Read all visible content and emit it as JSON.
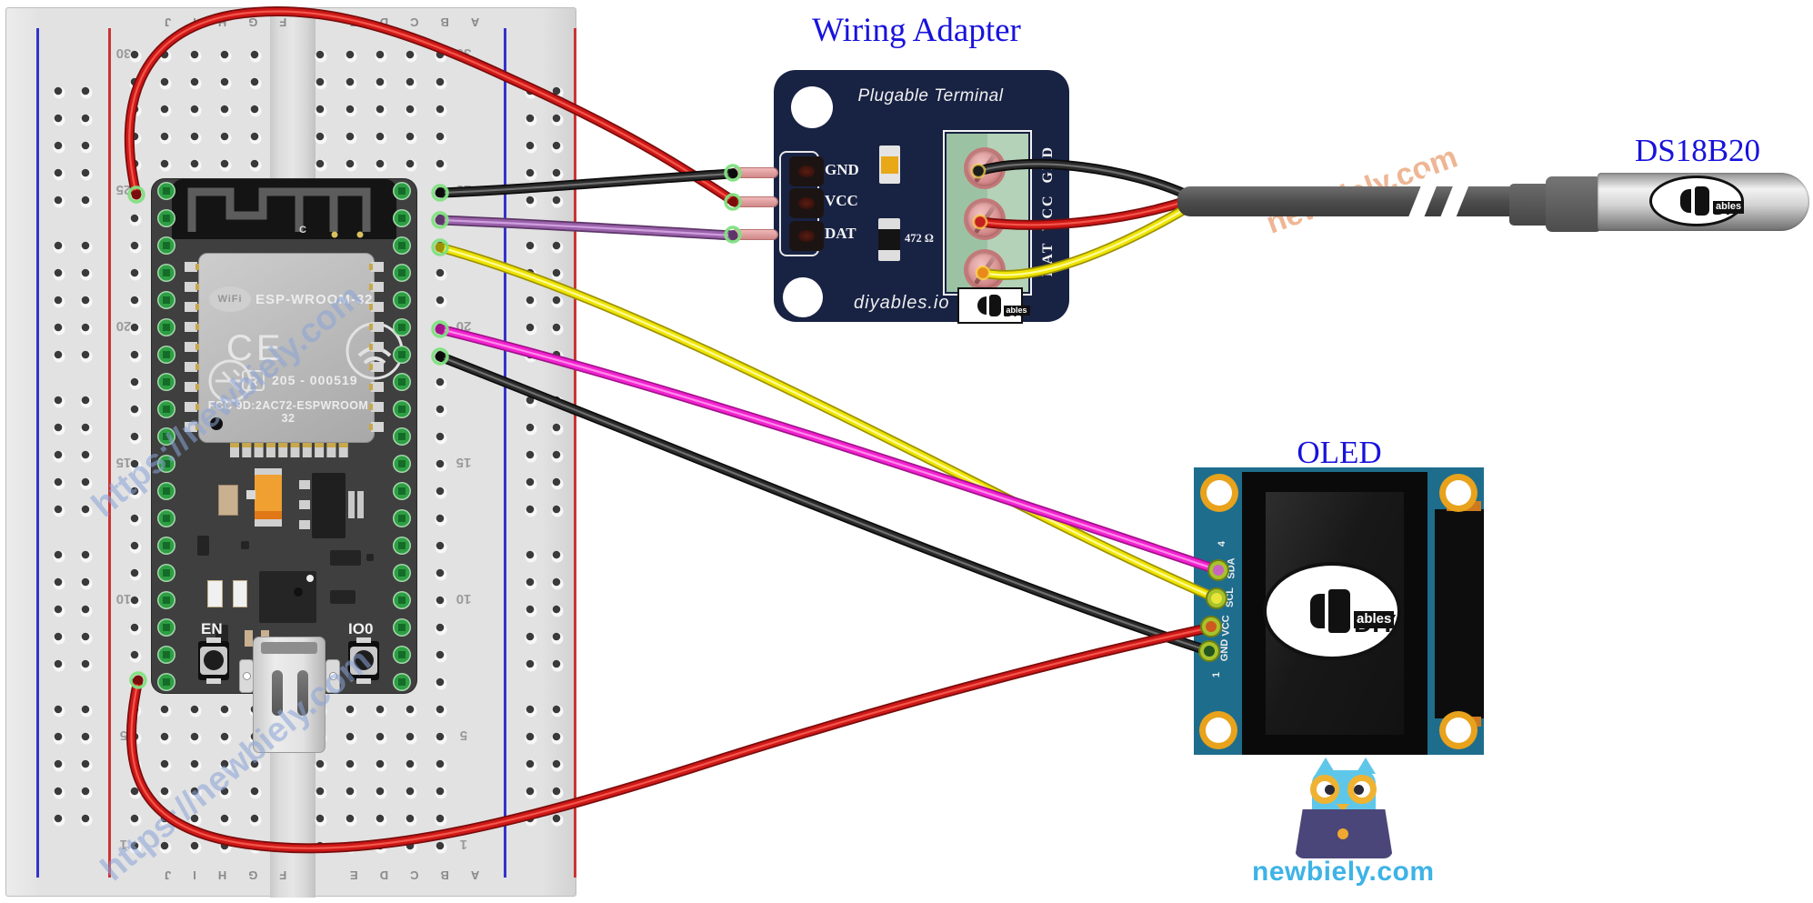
{
  "titles": {
    "adapter": "Wiring Adapter",
    "sensor": "DS18B20",
    "oled": "OLED"
  },
  "breadboard": {
    "column_letters_left": "FGHIJ",
    "column_letters_right": "ABCDE",
    "row_numbers": [
      "30",
      "25",
      "20",
      "15",
      "10",
      "5",
      "1"
    ]
  },
  "esp32": {
    "antenna_label": "C",
    "wifi_logo": "WiFi",
    "module_name": "ESP-WROOM-32",
    "ce_mark": "CE",
    "reg_mark": "R",
    "reg_number": "205 - 000519",
    "fcc_text": "FCC 9D:2AC72-ESPWROOM 32",
    "en_button": "EN",
    "io0_button": "IO0"
  },
  "adapter": {
    "board_text": "Plugable Terminal",
    "pins": [
      "GND",
      "VCC",
      "DAT"
    ],
    "resistor_label": "472 Ω",
    "terminal_vertical_label": "DAT  VCC  GND",
    "site": "diyables.io",
    "logo": {
      "diy": "DIY",
      "ables": "ables"
    }
  },
  "oled": {
    "pins": [
      "SDA",
      "SCL",
      "VCC",
      "GND"
    ],
    "pin_top_number": "4",
    "pin_bottom_number": "1",
    "logo": {
      "diy": "DIY",
      "ables": "ables"
    }
  },
  "sensor": {
    "logo": {
      "diy": "DIY",
      "ables": "ables"
    }
  },
  "wires": [
    {
      "id": "red-top",
      "color": "red",
      "from": "breadboard-left-row25",
      "to": "adapter-vcc-pin"
    },
    {
      "id": "black-top",
      "color": "black",
      "from": "esp32-right-pin1",
      "to": "adapter-gnd-pin"
    },
    {
      "id": "purple-dat",
      "color": "purple",
      "from": "esp32-right-pin2",
      "to": "adapter-dat-pin"
    },
    {
      "id": "yellow-scl",
      "color": "yellow",
      "from": "esp32-right-pin3",
      "to": "oled-scl"
    },
    {
      "id": "magenta-sda",
      "color": "magenta",
      "from": "esp32-right-pin6",
      "to": "oled-sda"
    },
    {
      "id": "black-gnd2",
      "color": "black",
      "from": "esp32-right-pin7",
      "to": "oled-gnd"
    },
    {
      "id": "red-bottom",
      "color": "red",
      "from": "breadboard-left-row7",
      "to": "oled-vcc"
    },
    {
      "id": "term-black",
      "color": "black",
      "from": "terminal-gnd-screw",
      "to": "sensor-cable"
    },
    {
      "id": "term-red",
      "color": "red",
      "from": "terminal-vcc-screw",
      "to": "sensor-cable"
    },
    {
      "id": "term-yellow",
      "color": "yellow",
      "from": "terminal-dat-screw",
      "to": "sensor-cable"
    }
  ],
  "watermarks": {
    "breadboard_upper": "https://newbiely.com",
    "breadboard_lower": "https://newbiely.com",
    "cable": "newbiely.com"
  },
  "footer": {
    "site": "newbiely.com"
  }
}
